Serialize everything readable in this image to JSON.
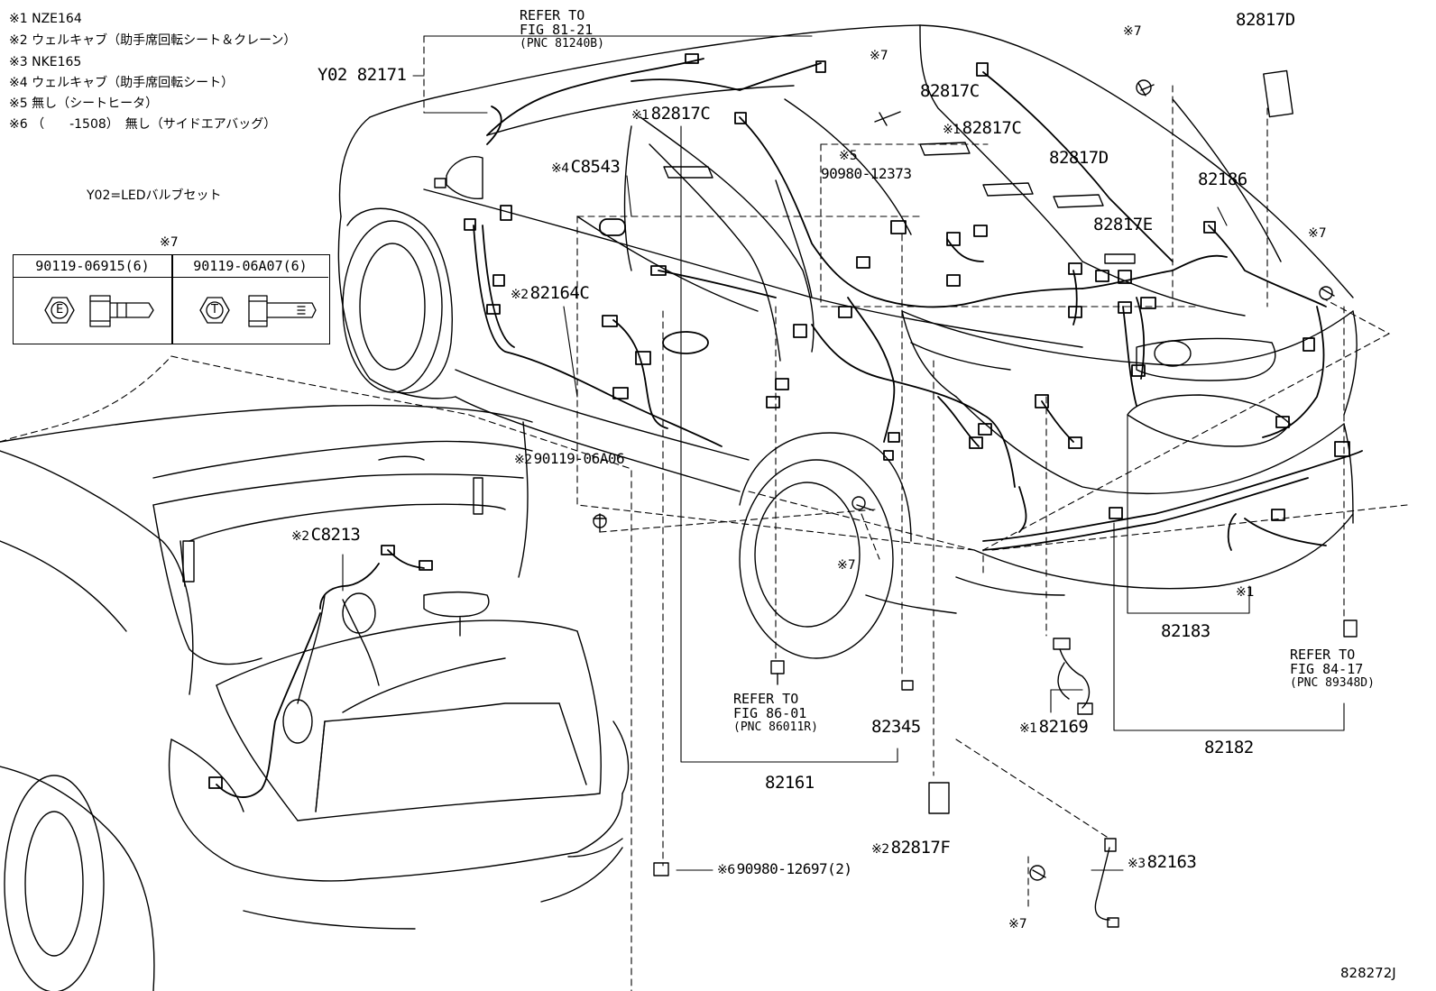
{
  "notes": [
    {
      "mark": "※1",
      "text": "NZE164"
    },
    {
      "mark": "※2",
      "text": "ウェルキャブ（助手席回転シート＆クレーン）"
    },
    {
      "mark": "※3",
      "text": "NKE165"
    },
    {
      "mark": "※4",
      "text": "ウェルキャブ（助手席回転シート）"
    },
    {
      "mark": "※5",
      "text": "無し（シートヒータ）"
    },
    {
      "mark": "※6",
      "text": "（　　-1508）　無し（サイドエアバッグ）"
    }
  ],
  "legend_note": "Y02=LEDバルブセット",
  "bolt_table": {
    "mark": "※7",
    "columns": [
      {
        "part": "90119-06915(6)",
        "symbol": "E"
      },
      {
        "part": "90119-06A07(6)",
        "symbol": "T"
      }
    ]
  },
  "references": [
    {
      "refer": "REFER TO",
      "fig": "FIG 81-21",
      "pnc": "(PNC 81240B)"
    },
    {
      "refer": "REFER TO",
      "fig": "FIG 86-01",
      "pnc": "(PNC 86011R)"
    },
    {
      "refer": "REFER TO",
      "fig": "FIG 84-17",
      "pnc": "(PNC 89348D)"
    }
  ],
  "callouts": {
    "y02_82171": "Y02 82171",
    "c82817c_1": "82817C",
    "c82817c_1_mark": "※1",
    "c8543": "C8543",
    "c8543_mark": "※4",
    "p90980_12373": "90980-12373",
    "p90980_12373_mark": "※5",
    "c82817c_2": "82817C",
    "c82817c_3": "82817C",
    "c82817c_3_mark": "※1",
    "c82817d_1": "82817D",
    "c82817d_2": "82817D",
    "c82817e": "82817E",
    "c82186": "82186",
    "c82164c": "82164C",
    "c82164c_mark": "※2",
    "p90119_06a06": "90119-06A06",
    "p90119_06a06_mark": "※2",
    "c8213": "C8213",
    "c8213_mark": "※2",
    "c82183": "82183",
    "c82182": "82182",
    "c82161": "82161",
    "c82345": "82345",
    "c82169": "82169",
    "c82169_mark": "※1",
    "c82163": "82163",
    "c82163_mark": "※3",
    "c82817f": "82817F",
    "c82817f_mark": "※2",
    "p90980_12697": "90980-12697(2)",
    "p90980_12697_mark": "※6",
    "mark7": "※7",
    "mark1": "※1"
  },
  "figure_code": "828272J"
}
